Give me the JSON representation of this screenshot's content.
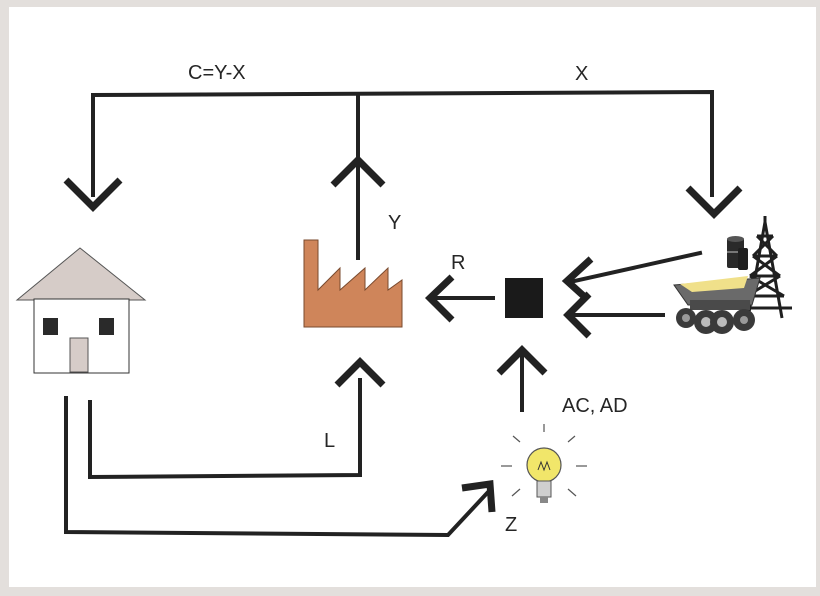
{
  "labels": {
    "c": "C=Y-X",
    "x": "X",
    "y": "Y",
    "r": "R",
    "l": "L",
    "ac_ad": "AC, AD",
    "z": "Z"
  },
  "colors": {
    "background": "#e3dfdc",
    "panel": "#ffffff",
    "line": "#222222",
    "roof": "#d6ccc8",
    "factory": "#cf855a",
    "bulb": "#f1e66a"
  },
  "icons": [
    "house-icon",
    "factory-icon",
    "black-square-icon",
    "oil-rig-icon",
    "oil-barrels-icon",
    "dump-truck-icon",
    "lightbulb-icon"
  ]
}
